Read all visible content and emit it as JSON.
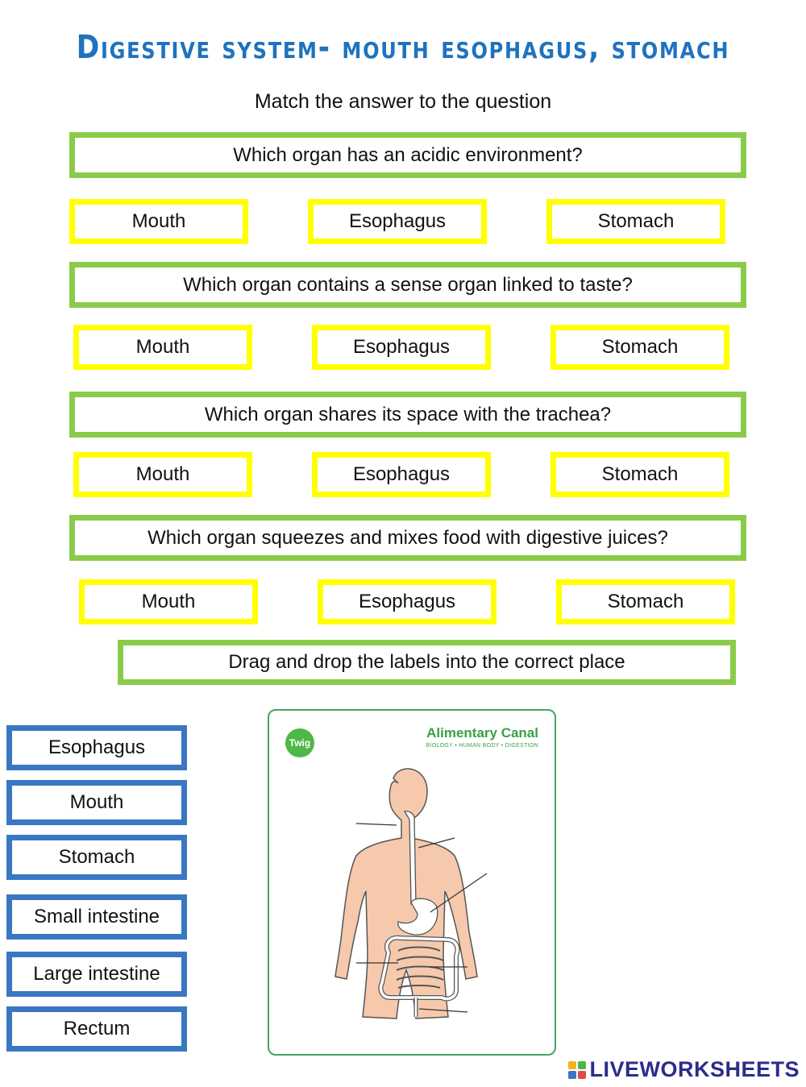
{
  "header": {
    "title": "Digestive system- mouth esophagus, stomach",
    "instruction": "Match the answer to the question"
  },
  "questions": [
    {
      "text": "Which organ has an acidic environment?",
      "options": [
        "Mouth",
        "Esophagus",
        "Stomach"
      ]
    },
    {
      "text": "Which organ contains a sense organ linked to taste?",
      "options": [
        "Mouth",
        "Esophagus",
        "Stomach"
      ]
    },
    {
      "text": "Which organ shares its space with the trachea?",
      "options": [
        "Mouth",
        "Esophagus",
        "Stomach"
      ]
    },
    {
      "text": "Which organ squeezes and mixes food with digestive juices?",
      "options": [
        "Mouth",
        "Esophagus",
        "Stomach"
      ]
    }
  ],
  "drag_instruction": "Drag and drop the labels into the correct place",
  "labels": [
    "Esophagus",
    "Mouth",
    "Stomach",
    "Small intestine",
    "Large intestine",
    "Rectum"
  ],
  "diagram": {
    "logo_text": "Twig",
    "title": "Alimentary Canal",
    "subtitle": "BIOLOGY • HUMAN BODY • DIGESTION"
  },
  "branding": {
    "text": "LIVEWORKSHEETS"
  },
  "colors": {
    "title": "#1e73be",
    "question_border": "#8bcb4a",
    "option_border": "#ffff00",
    "label_border": "#3a77c2",
    "diagram_accent": "#3aa048"
  }
}
